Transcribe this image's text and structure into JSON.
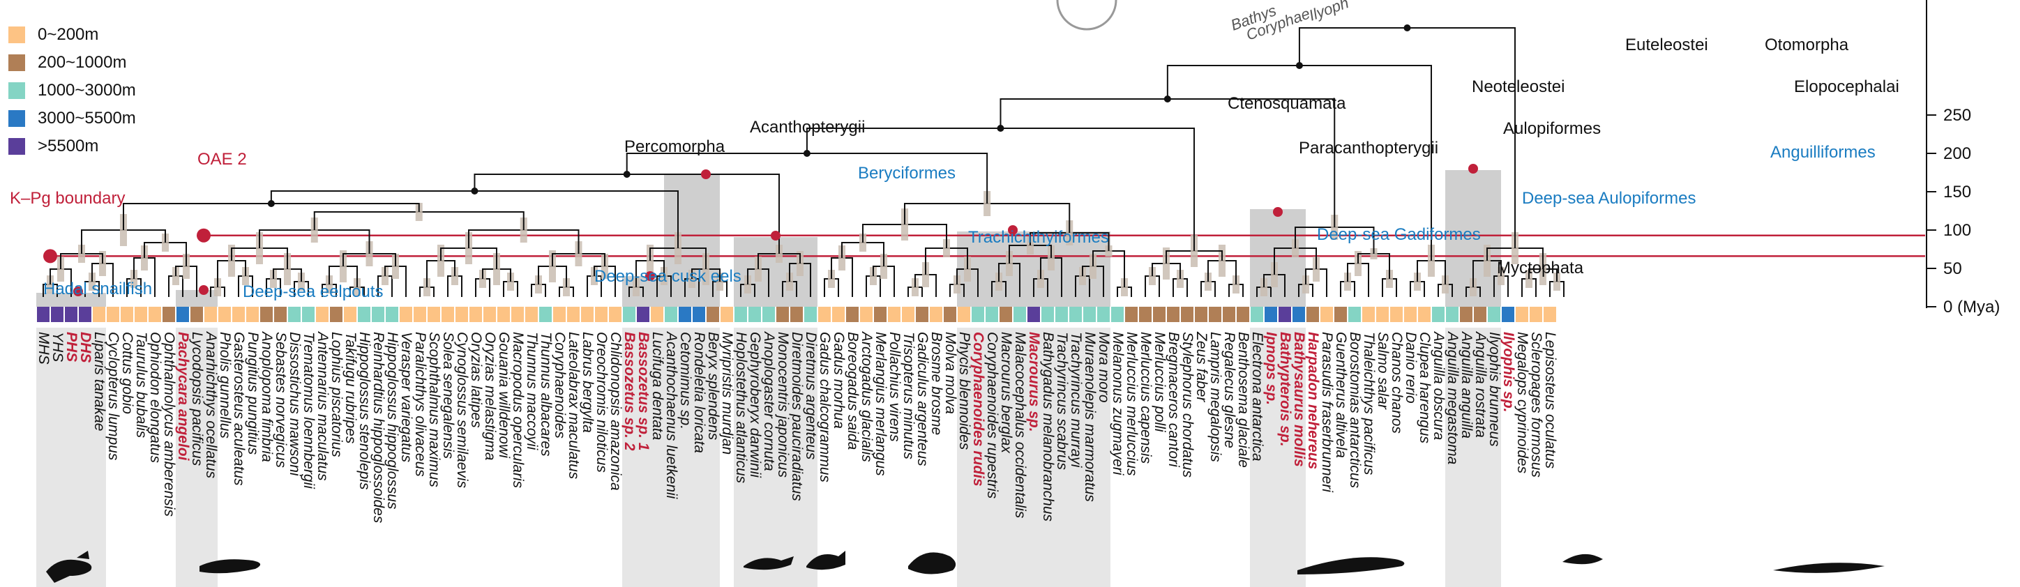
{
  "legend": {
    "items": [
      {
        "label": "0~200m",
        "color": "#fdc384"
      },
      {
        "label": "200~1000m",
        "color": "#b07f56"
      },
      {
        "label": "1000~3000m",
        "color": "#84d4c4"
      },
      {
        "label": "3000~5500m",
        "color": "#2a79c4"
      },
      {
        "label": ">5500m",
        "color": "#5a3e9a"
      }
    ]
  },
  "axis": {
    "ticks": [
      "250",
      "200",
      "150",
      "100",
      "50",
      "0 (Mya)"
    ],
    "values": [
      250,
      200,
      150,
      100,
      50,
      0
    ]
  },
  "events": {
    "oae2": "OAE 2",
    "kpg": "K–Pg boundary",
    "oae2_age": 93,
    "kpg_age": 66
  },
  "clades": {
    "acanthopterygii": "Acanthopterygii",
    "percomorpha": "Percomorpha",
    "ctenosquamata": "Ctenosquamata",
    "euteleostei": "Euteleostei",
    "otomorpha": "Otomorpha",
    "neoteleostei": "Neoteleostei",
    "elopocephalai": "Elopocephalai",
    "aulopiformes": "Aulopiformes",
    "paracanthopterygii": "Paracanthopterygii",
    "myctophata": "Myctophata",
    "partial_top_1": "Bathys",
    "partial_top_2": "Coryphae",
    "partial_top_3": "Ilyoph"
  },
  "deepsea_groups": [
    {
      "label": "Hadal snailfish",
      "color": "#1a7cc1"
    },
    {
      "label": "Deep-sea eelpouts",
      "color": "#1a7cc1"
    },
    {
      "label": "Deep-sea cusk eels",
      "color": "#1a7cc1"
    },
    {
      "label": "Beryciformes",
      "color": "#1a7cc1"
    },
    {
      "label": "Trachichthyiformes",
      "color": "#1a7cc1"
    },
    {
      "label": "Deep-sea Gadiformes",
      "color": "#1a7cc1"
    },
    {
      "label": "Deep-sea Aulopiformes",
      "color": "#1a7cc1"
    },
    {
      "label": "Anguilliformes",
      "color": "#1a7cc1"
    }
  ],
  "species": [
    {
      "name": "MHS",
      "depth": 5,
      "red": false
    },
    {
      "name": "YHS",
      "depth": 5,
      "red": false
    },
    {
      "name": "PHS",
      "depth": 5,
      "red": true
    },
    {
      "name": "DHS",
      "depth": 5,
      "red": true
    },
    {
      "name": "Liparis tanakae",
      "depth": 1,
      "red": false
    },
    {
      "name": "Cyclopterus lumpus",
      "depth": 1,
      "red": false
    },
    {
      "name": "Cottus gobio",
      "depth": 1,
      "red": false
    },
    {
      "name": "Taurulus bubalis",
      "depth": 1,
      "red": false
    },
    {
      "name": "Ophiodon elongatus",
      "depth": 1,
      "red": false
    },
    {
      "name": "Ophthalmolycus amberensis",
      "depth": 2,
      "red": false
    },
    {
      "name": "Pachycara angeloi",
      "depth": 4,
      "red": true
    },
    {
      "name": "Lycodopsis pacificus",
      "depth": 2,
      "red": false
    },
    {
      "name": "Anarhichthys ocellatus",
      "depth": 1,
      "red": false
    },
    {
      "name": "Pholis gunnellus",
      "depth": 1,
      "red": false
    },
    {
      "name": "Gasterosteus aculeatus",
      "depth": 1,
      "red": false
    },
    {
      "name": "Pungitius pungitius",
      "depth": 1,
      "red": false
    },
    {
      "name": "Anoplopoma fimbria",
      "depth": 2,
      "red": false
    },
    {
      "name": "Sebastes norvegicus",
      "depth": 2,
      "red": false
    },
    {
      "name": "Dissostichus mawsoni",
      "depth": 3,
      "red": false
    },
    {
      "name": "Trematomus loennbergii",
      "depth": 3,
      "red": false
    },
    {
      "name": "Antennarius maculatus",
      "depth": 1,
      "red": false
    },
    {
      "name": "Lophius piscatorius",
      "depth": 2,
      "red": false
    },
    {
      "name": "Takifugu rubripes",
      "depth": 1,
      "red": false
    },
    {
      "name": "Hippoglossus stenolepis",
      "depth": 3,
      "red": false
    },
    {
      "name": "Reinhardtius hippoglossoides",
      "depth": 3,
      "red": false
    },
    {
      "name": "Hippoglossus hippoglossus",
      "depth": 3,
      "red": false
    },
    {
      "name": "Verasper variegatus",
      "depth": 1,
      "red": false
    },
    {
      "name": "Paralichthys olivaceus",
      "depth": 1,
      "red": false
    },
    {
      "name": "Scophthalmus maximus",
      "depth": 1,
      "red": false
    },
    {
      "name": "Solea senegalensis",
      "depth": 1,
      "red": false
    },
    {
      "name": "Cynoglossus semilaevis",
      "depth": 1,
      "red": false
    },
    {
      "name": "Oryzias latipes",
      "depth": 1,
      "red": false
    },
    {
      "name": "Oryzias melastigma",
      "depth": 1,
      "red": false
    },
    {
      "name": "Gouania willdenowi",
      "depth": 1,
      "red": false
    },
    {
      "name": "Macropodus opercularis",
      "depth": 1,
      "red": false
    },
    {
      "name": "Thunnus maccoyii",
      "depth": 1,
      "red": false
    },
    {
      "name": "Thunnus albacares",
      "depth": 3,
      "red": false
    },
    {
      "name": "Coryphaenoides",
      "depth": 1,
      "red": false
    },
    {
      "name": "Lateolabrax maculatus",
      "depth": 1,
      "red": false
    },
    {
      "name": "Labrus bergylta",
      "depth": 1,
      "red": false
    },
    {
      "name": "Oreochromis niloticus",
      "depth": 1,
      "red": false
    },
    {
      "name": "Chlidonopsis amazonica",
      "depth": 1,
      "red": false
    },
    {
      "name": "Bassozetus sp. 2",
      "depth": 3,
      "red": true
    },
    {
      "name": "Bassozetus sp. 1",
      "depth": 5,
      "red": true
    },
    {
      "name": "Lucifuga dentata",
      "depth": 1,
      "red": false
    },
    {
      "name": "Acanthochaenus luetkenii",
      "depth": 3,
      "red": false
    },
    {
      "name": "Cetomimus sp.",
      "depth": 4,
      "red": false
    },
    {
      "name": "Rondeletia loricata",
      "depth": 4,
      "red": false
    },
    {
      "name": "Beryx splendens",
      "depth": 2,
      "red": false
    },
    {
      "name": "Myripristis murdjan",
      "depth": 1,
      "red": false
    },
    {
      "name": "Hoplostethus atlanticus",
      "depth": 3,
      "red": false
    },
    {
      "name": "Gephyroberyx darwinii",
      "depth": 3,
      "red": false
    },
    {
      "name": "Anoplogaster cornuta",
      "depth": 3,
      "red": false
    },
    {
      "name": "Monocentris japonicus",
      "depth": 2,
      "red": false
    },
    {
      "name": "Diretmoides pauciradiatus",
      "depth": 2,
      "red": false
    },
    {
      "name": "Diretmus argenteus",
      "depth": 3,
      "red": false
    },
    {
      "name": "Gadus chalcogrammus",
      "depth": 1,
      "red": false
    },
    {
      "name": "Gadus morhua",
      "depth": 1,
      "red": false
    },
    {
      "name": "Boreogadus saida",
      "depth": 2,
      "red": false
    },
    {
      "name": "Arctogadus glacialis",
      "depth": 1,
      "red": false
    },
    {
      "name": "Merlangius merlangus",
      "depth": 2,
      "red": false
    },
    {
      "name": "Pollachius virens",
      "depth": 1,
      "red": false
    },
    {
      "name": "Trisopterus minutus",
      "depth": 1,
      "red": false
    },
    {
      "name": "Gadiculus argenteus",
      "depth": 2,
      "red": false
    },
    {
      "name": "Brosme brosme",
      "depth": 1,
      "red": false
    },
    {
      "name": "Molva molva",
      "depth": 2,
      "red": false
    },
    {
      "name": "Phycis blennoides",
      "depth": 1,
      "red": false
    },
    {
      "name": "Coryphaenoides rudis",
      "depth": 3,
      "red": true
    },
    {
      "name": "Coryphaenoides rupestris",
      "depth": 3,
      "red": false
    },
    {
      "name": "Macrourus berglax",
      "depth": 2,
      "red": false
    },
    {
      "name": "Malacocephalus occidentalis",
      "depth": 3,
      "red": false
    },
    {
      "name": "Macrourus sp.",
      "depth": 5,
      "red": true
    },
    {
      "name": "Bathygadus melanobranchus",
      "depth": 3,
      "red": false
    },
    {
      "name": "Trachyrincus scabrus",
      "depth": 3,
      "red": false
    },
    {
      "name": "Trachyrincus murrayi",
      "depth": 3,
      "red": false
    },
    {
      "name": "Muraenolepis marmoratus",
      "depth": 3,
      "red": false
    },
    {
      "name": "Mora moro",
      "depth": 3,
      "red": false
    },
    {
      "name": "Melanonus zugmayeri",
      "depth": 3,
      "red": false
    },
    {
      "name": "Merluccius merluccius",
      "depth": 2,
      "red": false
    },
    {
      "name": "Merluccius capensis",
      "depth": 2,
      "red": false
    },
    {
      "name": "Merluccius polli",
      "depth": 2,
      "red": false
    },
    {
      "name": "Bregmaceros cantori",
      "depth": 2,
      "red": false
    },
    {
      "name": "Stylephorus chordatus",
      "depth": 2,
      "red": false
    },
    {
      "name": "Zeus faber",
      "depth": 2,
      "red": false
    },
    {
      "name": "Lampris megalopsis",
      "depth": 2,
      "red": false
    },
    {
      "name": "Regalecus glesne",
      "depth": 2,
      "red": false
    },
    {
      "name": "Benthosema glaciale",
      "depth": 2,
      "red": false
    },
    {
      "name": "Electrona antarctica",
      "depth": 3,
      "red": false
    },
    {
      "name": "Ipnops sp.",
      "depth": 4,
      "red": true
    },
    {
      "name": "Bathypterois sp.",
      "depth": 5,
      "red": true
    },
    {
      "name": "Bathysaurus mollis",
      "depth": 4,
      "red": true
    },
    {
      "name": "Harpadon nehereus",
      "depth": 2,
      "red": true
    },
    {
      "name": "Parasudis fraserbrunneri",
      "depth": 1,
      "red": false
    },
    {
      "name": "Guentherus altivela",
      "depth": 2,
      "red": false
    },
    {
      "name": "Borostomias antarcticus",
      "depth": 3,
      "red": false
    },
    {
      "name": "Thaleichthys pacificus",
      "depth": 1,
      "red": false
    },
    {
      "name": "Salmo salar",
      "depth": 1,
      "red": false
    },
    {
      "name": "Chanos chanos",
      "depth": 1,
      "red": false
    },
    {
      "name": "Danio rerio",
      "depth": 1,
      "red": false
    },
    {
      "name": "Clupea harengus",
      "depth": 1,
      "red": false
    },
    {
      "name": "Anguilla obscura",
      "depth": 3,
      "red": false
    },
    {
      "name": "Anguilla megastoma",
      "depth": 3,
      "red": false
    },
    {
      "name": "Anguilla anguilla",
      "depth": 2,
      "red": false
    },
    {
      "name": "Anguilla rostrata",
      "depth": 2,
      "red": false
    },
    {
      "name": "Ilyophis brunneus",
      "depth": 3,
      "red": false
    },
    {
      "name": "Ilyophis sp.",
      "depth": 4,
      "red": true
    },
    {
      "name": "Megalops cyprinoides",
      "depth": 1,
      "red": false
    },
    {
      "name": "Scleropages formosus",
      "depth": 1,
      "red": false
    },
    {
      "name": "Lepisosteus oculatus",
      "depth": 1,
      "red": false
    }
  ]
}
